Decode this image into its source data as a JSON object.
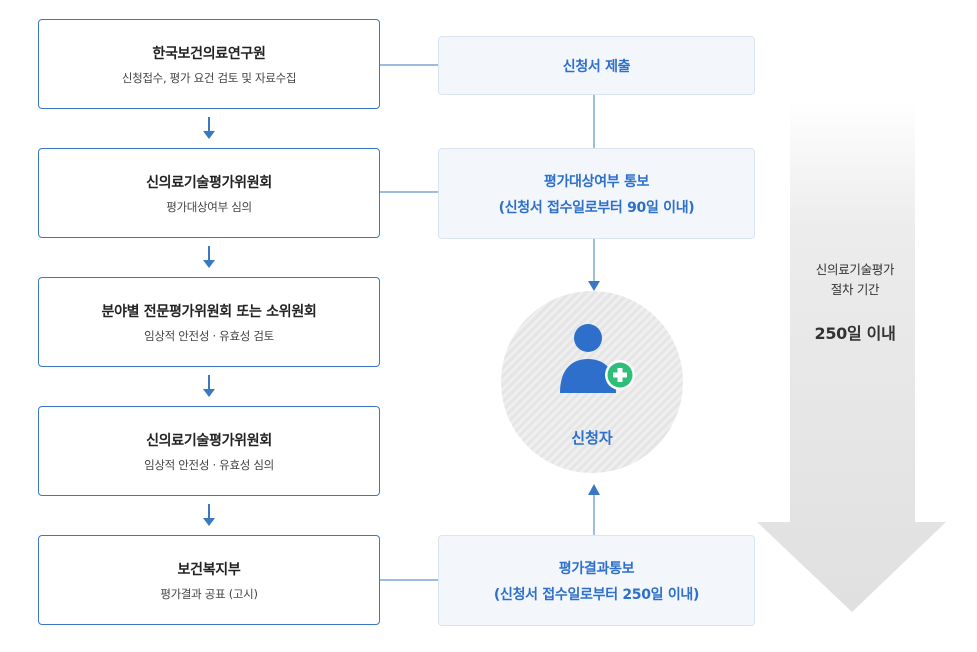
{
  "stages": [
    {
      "title": "한국보건의료연구원",
      "desc": "신청접수, 평가 요건 검토 및 자료수집"
    },
    {
      "title": "신의료기술평가위원회",
      "desc": "평가대상여부 심의"
    },
    {
      "title": "분야별 전문평가위원회 또는 소위원회",
      "desc": "임상적 안전성 · 유효성 검토"
    },
    {
      "title": "신의료기술평가위원회",
      "desc": "임상적 안전성 · 유효성 심의"
    },
    {
      "title": "보건복지부",
      "desc": "평가결과 공표 (고시)"
    }
  ],
  "notices": [
    {
      "title": "신청서 제출",
      "sub": ""
    },
    {
      "title": "평가대상여부 통보",
      "sub": "(신청서 접수일로부터 90일 이내)"
    },
    {
      "title": "평가결과통보",
      "sub": "(신청서 접수일로부터 250일 이내)"
    }
  ],
  "applicant": {
    "label": "신청자",
    "icon": "person-add-icon"
  },
  "period": {
    "line1": "신의료기술평가",
    "line2": "절차 기간",
    "days": "250일 이내"
  },
  "colors": {
    "accent": "#2d6fcb",
    "border": "#3a78c4",
    "notice_bg": "#f3f7fc",
    "plus": "#2dbf7a",
    "arrow_gray": "#e3e3e3"
  }
}
